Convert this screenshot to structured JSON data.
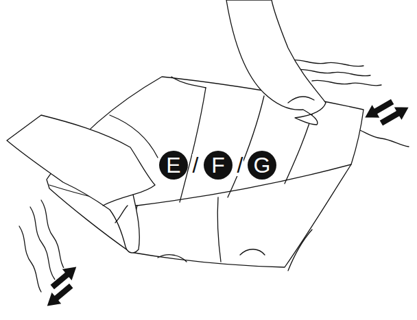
{
  "diagram": {
    "nodes": [
      {
        "text": [
          "E"
        ]
      },
      {
        "text": [
          "F"
        ]
      },
      {
        "text": [
          "G"
        ]
      }
    ],
    "labels": [
      "/",
      "/"
    ]
  }
}
